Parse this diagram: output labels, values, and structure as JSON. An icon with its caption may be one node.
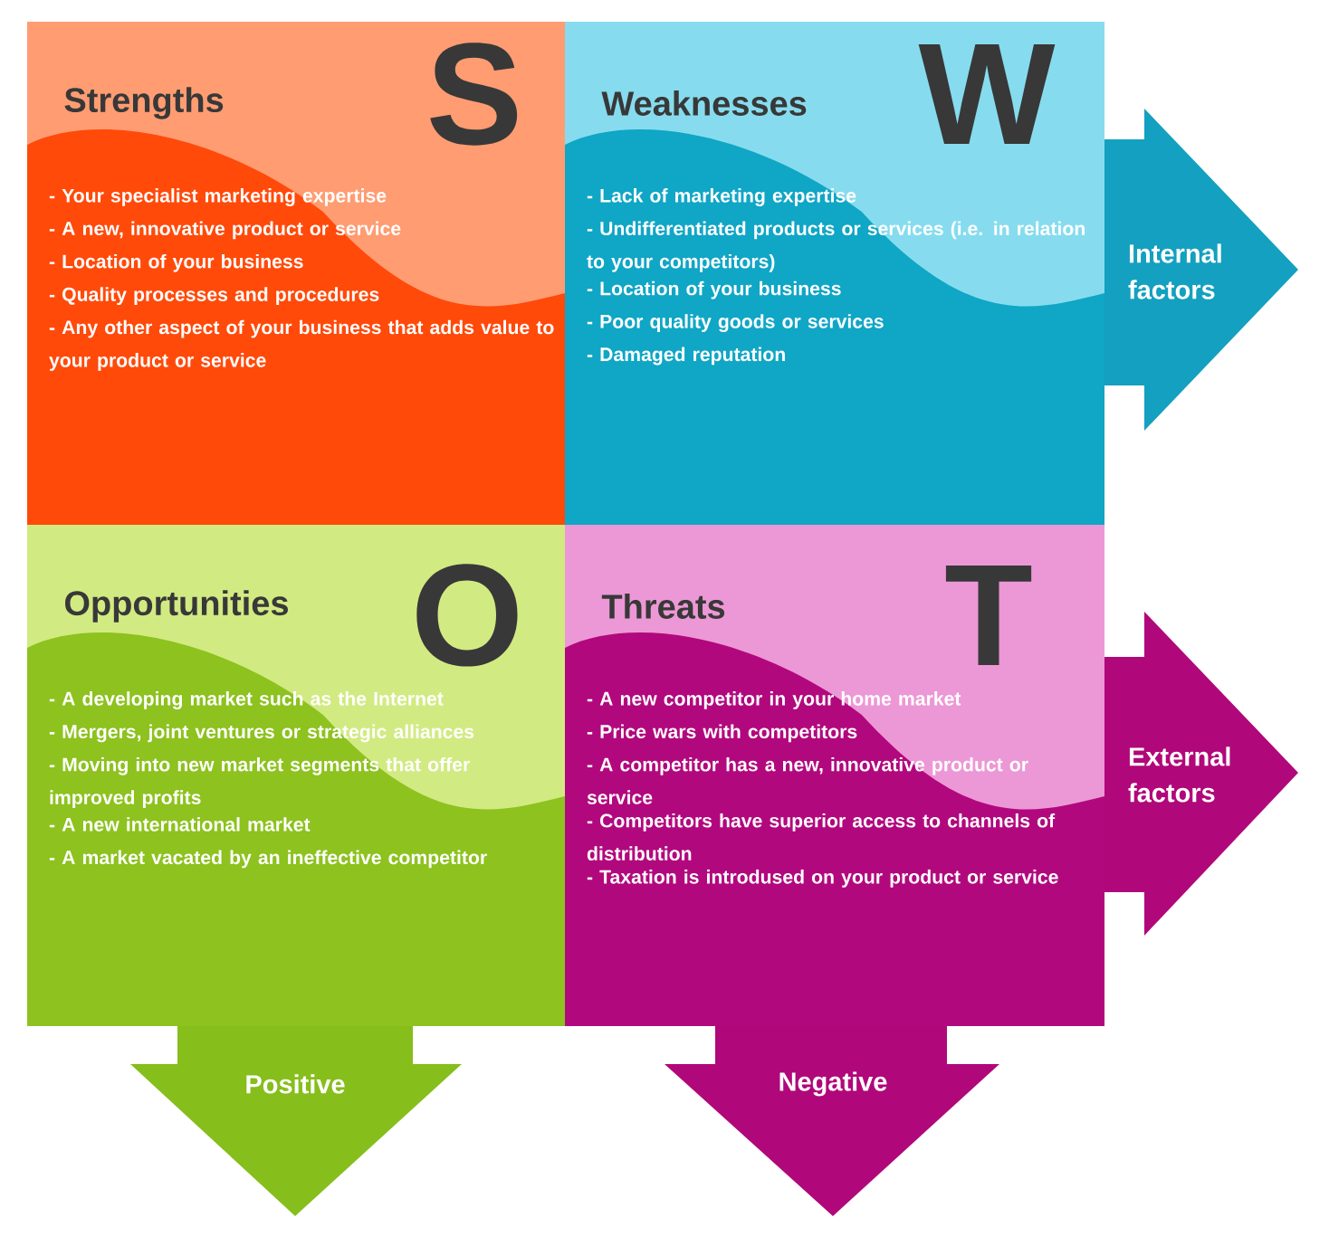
{
  "diagram": {
    "nodes": [
      {
        "text": [
          "Strengths",
          "S",
          "- Your specialist marketing expertise",
          "- A new, innovative product or  service",
          "- Location of your business",
          "- Quality processes and procedures",
          "- Any other aspect of your business that adds value to your product or service"
        ]
      },
      {
        "text": [
          "Weaknesses",
          "W",
          "- Lack of marketing expertise",
          "- Undifferentiated products or services (i.e. in relation to your  competitors)",
          "- Location of your business",
          "- Poor quality goods or services",
          "- Damaged reputation"
        ]
      },
      {
        "text": [
          "Opportunities",
          "O",
          "- A developing market such as the Internet",
          "- Mergers, joint ventures or strategic alliances",
          "- Moving into new market segments that offer improved profits",
          "- A new international market",
          "- A market vacated by an ineffective competitor"
        ]
      },
      {
        "text": [
          "Threats",
          "T",
          "- A new competitor in your home market",
          "- Price wars with competitors",
          "- A competitor has a new, innovative product or service",
          "- Competitors have superior access to channels of distribution",
          "- Taxation is introdused on your product or service"
        ]
      },
      {
        "text": [
          "Internal factors"
        ]
      },
      {
        "text": [
          "External factors"
        ]
      },
      {
        "text": [
          "Positive"
        ]
      },
      {
        "text": [
          "Negative"
        ]
      }
    ]
  }
}
